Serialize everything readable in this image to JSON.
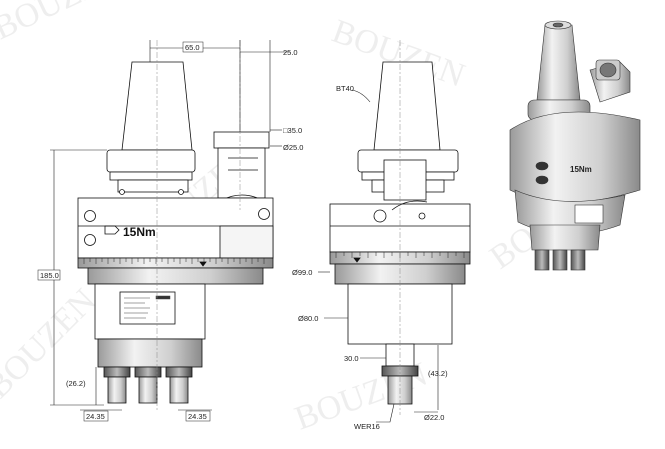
{
  "watermark": "BOUZEN",
  "left_view": {
    "dim_top_65": "65.0",
    "dim_top_25": "25.0",
    "dim_sq35": "□35.0",
    "dim_d25": "Ø25.0",
    "dim_185": "185.0",
    "dim_26_2": "(26.2)",
    "dim_24_35_left": "24.35",
    "dim_24_35_right": "24.35",
    "torque_label": "15Nm"
  },
  "middle_view": {
    "bt40": "BT40",
    "dim_d99": "Ø99.0",
    "dim_d80": "Ø80.0",
    "dim_30": "30.0",
    "dim_43_2": "(43.2)",
    "dim_d22": "Ø22.0",
    "wer16": "WER16"
  },
  "photo": {
    "torque_label": "15Nm"
  }
}
